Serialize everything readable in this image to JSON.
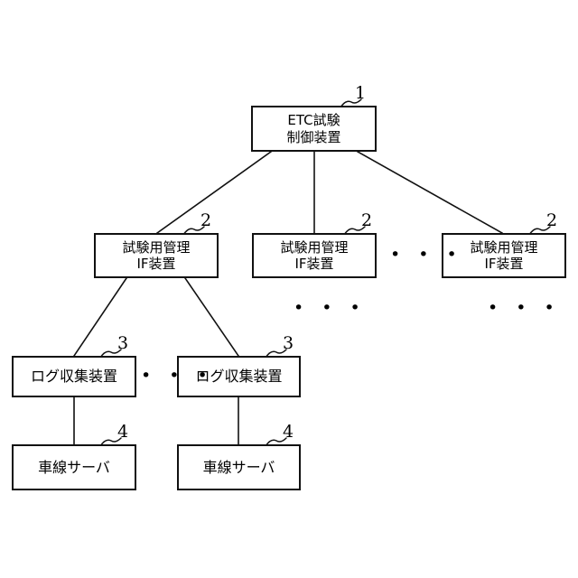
{
  "figure": {
    "kind": "patent-block-diagram",
    "background": "#ffffff",
    "line_color": "#111111"
  },
  "nodes": {
    "etc_control": {
      "line1": "ETC試験",
      "line2": "制御装置",
      "ref": "1"
    },
    "test_if_1": {
      "line1": "試験用管理",
      "line2": "IF装置",
      "ref": "2"
    },
    "test_if_2": {
      "line1": "試験用管理",
      "line2": "IF装置",
      "ref": "2"
    },
    "test_if_3": {
      "line1": "試験用管理",
      "line2": "IF装置",
      "ref": "2"
    },
    "log_collector_1": {
      "line1": "ログ収集装置",
      "ref": "3"
    },
    "log_collector_2": {
      "line1": "ログ収集装置",
      "ref": "3"
    },
    "lane_server_1": {
      "line1": "車線サーバ",
      "ref": "4"
    },
    "lane_server_2": {
      "line1": "車線サーバ",
      "ref": "4"
    }
  },
  "ellipses": {
    "if_row_horizontal": "• • •",
    "if_col_middle": "• • •",
    "if_col_right": "• • •",
    "log_row_horizontal": "• • •"
  }
}
